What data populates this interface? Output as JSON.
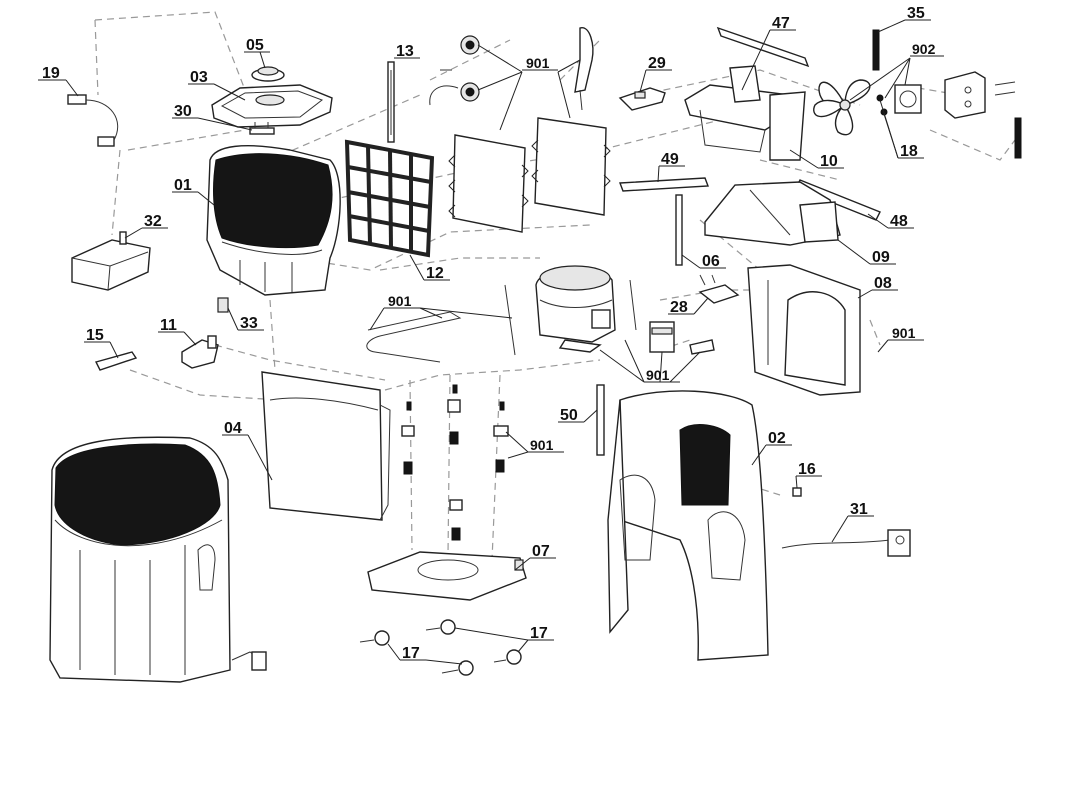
{
  "callouts": {
    "c01": "01",
    "c02": "02",
    "c03": "03",
    "c04": "04",
    "c05": "05",
    "c06": "06",
    "c07": "07",
    "c08": "08",
    "c09": "09",
    "c10": "10",
    "c11": "11",
    "c12": "12",
    "c13": "13",
    "c15": "15",
    "c16": "16",
    "c17a": "17",
    "c17b": "17",
    "c18": "18",
    "c19": "19",
    "c28": "28",
    "c29": "29",
    "c30": "30",
    "c31": "31",
    "c32": "32",
    "c33": "33",
    "c35": "35",
    "c47": "47",
    "c48": "48",
    "c49": "49",
    "c50": "50",
    "c901a": "901",
    "c901b": "901",
    "c901c": "901",
    "c901d": "901",
    "c901e": "901",
    "c902": "902"
  }
}
